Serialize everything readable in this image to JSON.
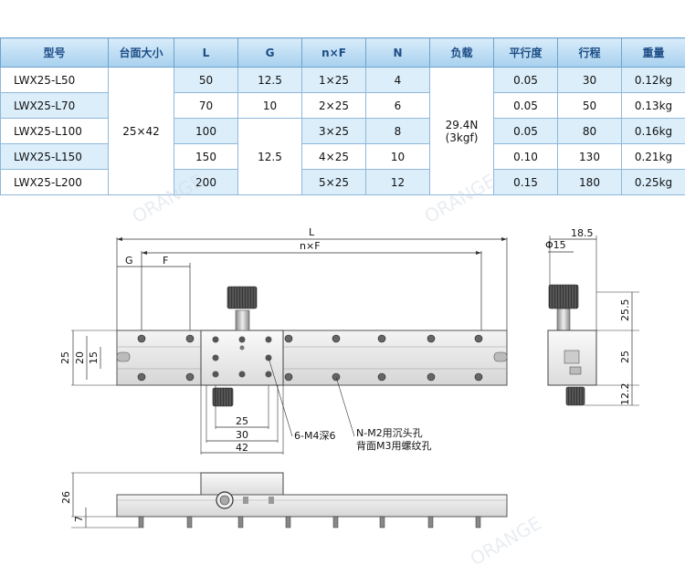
{
  "table": {
    "headers": [
      "型号",
      "台面大小",
      "L",
      "G",
      "n×F",
      "N",
      "负载",
      "平行度",
      "行程",
      "重量"
    ],
    "rows": [
      [
        "LWX25-L50",
        "50",
        "1×25",
        "4",
        "0.05",
        "30",
        "0.12kg"
      ],
      [
        "LWX25-L70",
        "70",
        "2×25",
        "6",
        "0.05",
        "50",
        "0.13kg"
      ],
      [
        "LWX25-L100",
        "100",
        "3×25",
        "8",
        "0.05",
        "80",
        "0.16kg"
      ],
      [
        "LWX25-L150",
        "150",
        "4×25",
        "10",
        "0.10",
        "130",
        "0.21kg"
      ],
      [
        "LWX25-L200",
        "200",
        "5×25",
        "12",
        "0.15",
        "180",
        "0.25kg"
      ]
    ],
    "table_size": "25×42",
    "g_values": [
      "12.5",
      "10",
      "12.5"
    ],
    "load_line1": "29.4N",
    "load_line2": "(3kgf)"
  },
  "drawing": {
    "dim_L": "L",
    "dim_nF": "n×F",
    "dim_G": "G",
    "dim_F": "F",
    "dim_25_left": "25",
    "dim_20": "20",
    "dim_15": "15",
    "dim_25_bottom": "25",
    "dim_30": "30",
    "dim_42": "42",
    "note_m4": "6-M4深6",
    "note_m2": "N-M2用沉头孔",
    "note_m3": "背面M3用螺纹孔",
    "side_18_5": "18.5",
    "side_phi15": "Φ15",
    "side_25_5": "25.5",
    "side_25": "25",
    "side_12_2": "12.2",
    "front_26": "26",
    "front_7": "7"
  },
  "watermark": "ORANGE",
  "colors": {
    "header_bg": "#a7d0ee",
    "header_text": "#1c4d86",
    "alt_row": "#dbeefa",
    "border": "#8fb8da"
  }
}
